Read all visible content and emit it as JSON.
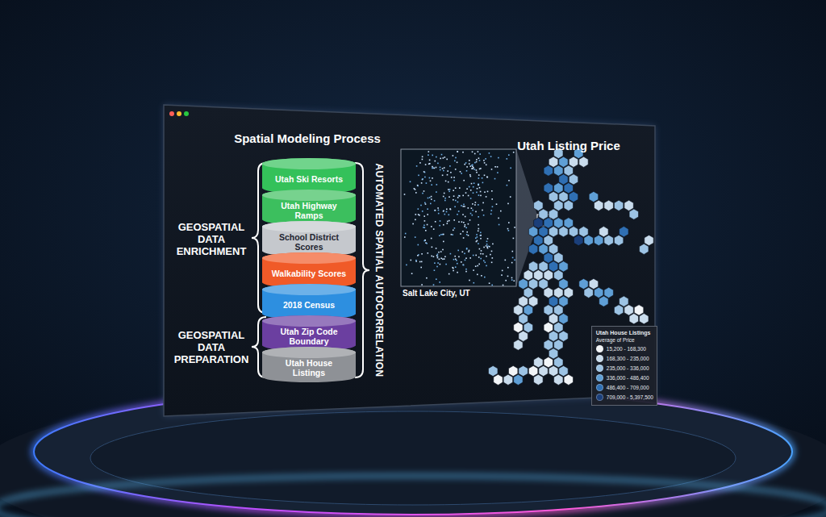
{
  "diagram": {
    "title": "Spatial Modeling Process",
    "nodes": [
      {
        "text": [
          "Utah Ski Resorts"
        ]
      },
      {
        "text": [
          "Utah Highway Ramps"
        ]
      },
      {
        "text": [
          "School District Scores"
        ]
      },
      {
        "text": [
          "Walkability Scores"
        ]
      },
      {
        "text": [
          "2018 Census"
        ]
      },
      {
        "text": [
          "Utah Zip Code Boundary"
        ]
      },
      {
        "text": [
          "Utah House Listings"
        ]
      }
    ],
    "labels": [
      "GEOSPATIAL DATA ENRICHMENT",
      "GEOSPATIAL DATA PREPARATION",
      "AUTOMATED SPATIAL AUTOCORRELATION",
      "Utah Listing Price",
      "Salt Lake City, UT",
      "Utah House Listings",
      "Average of Price"
    ],
    "legend": [
      {
        "text": "15,200 - 168,300",
        "color": "#f2f5f8"
      },
      {
        "text": "168,300 - 235,000",
        "color": "#c9dced"
      },
      {
        "text": "235,000 - 336,000",
        "color": "#9cc3e4"
      },
      {
        "text": "336,000 - 486,400",
        "color": "#5f9fd6"
      },
      {
        "text": "486,400 - 709,000",
        "color": "#2f6fb3"
      },
      {
        "text": "709,000 - 5,397,500",
        "color": "#1b3f7a"
      }
    ]
  }
}
